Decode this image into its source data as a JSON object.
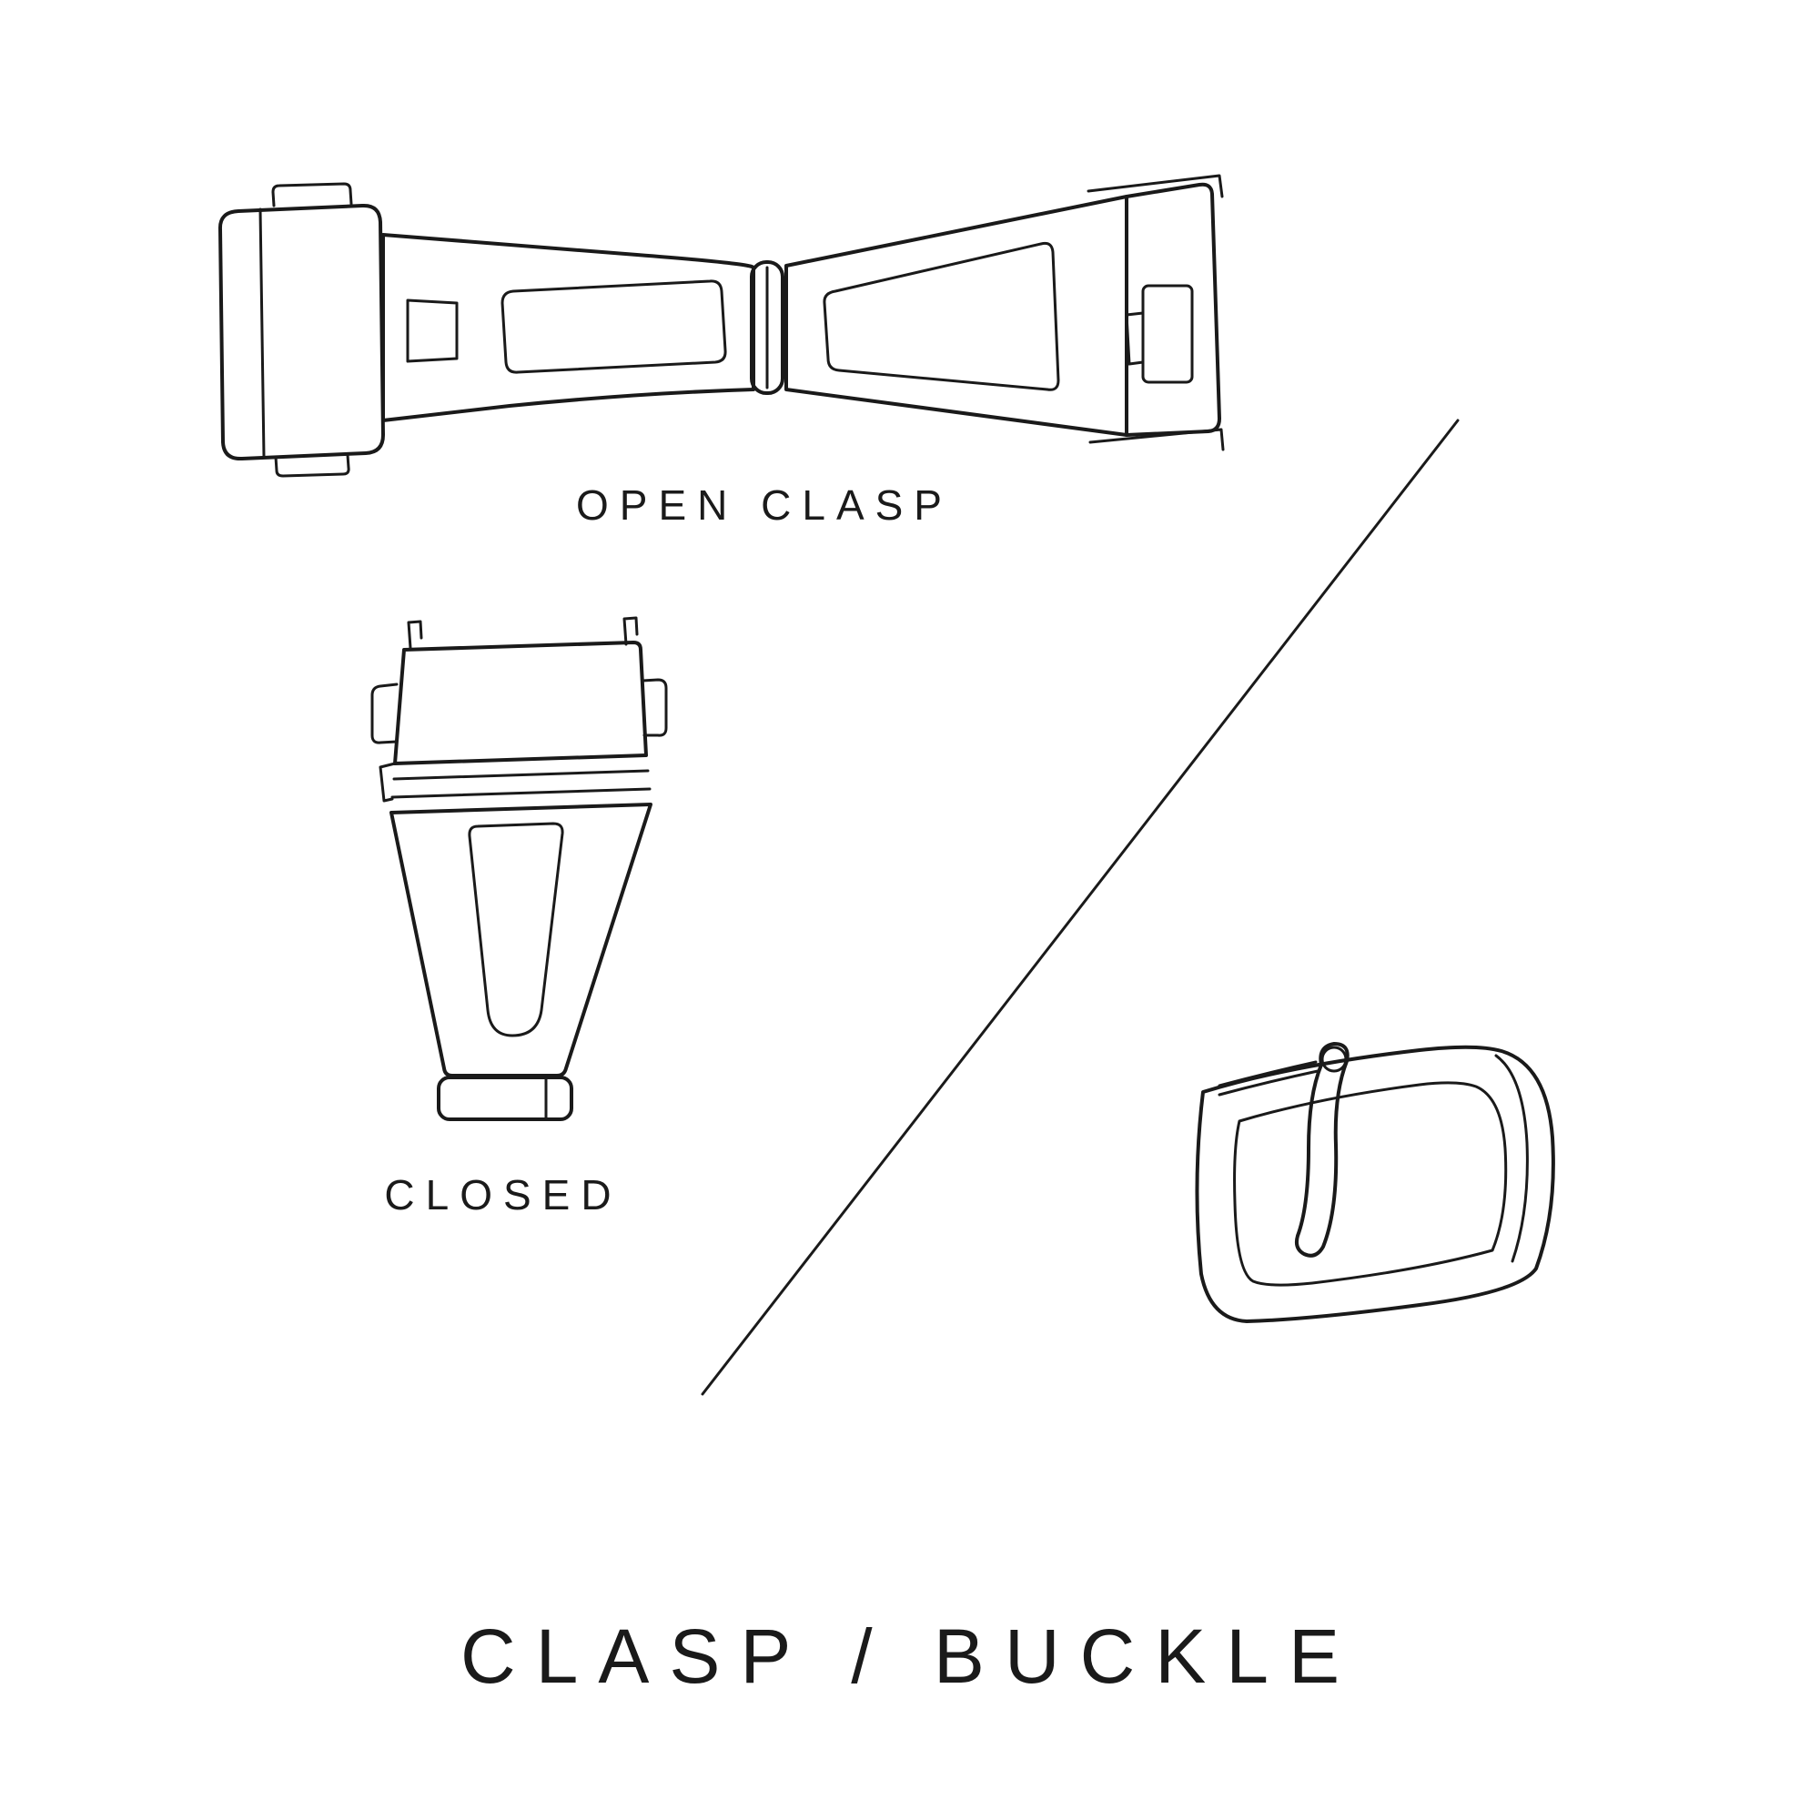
{
  "page": {
    "background_color": "#ffffff",
    "line_color": "#1a1a1a"
  },
  "diagram": {
    "caption_open_clasp": "OPEN CLASP",
    "caption_closed": "CLOSED",
    "title": "CLASP / BUCKLE",
    "illustrations": [
      {
        "id": "open-clasp",
        "description": "Open deployant clasp line drawing, top view"
      },
      {
        "id": "closed-clasp",
        "description": "Closed deployant clasp line drawing, top view"
      },
      {
        "id": "tang-buckle",
        "description": "Tang buckle line drawing, perspective view"
      }
    ]
  }
}
